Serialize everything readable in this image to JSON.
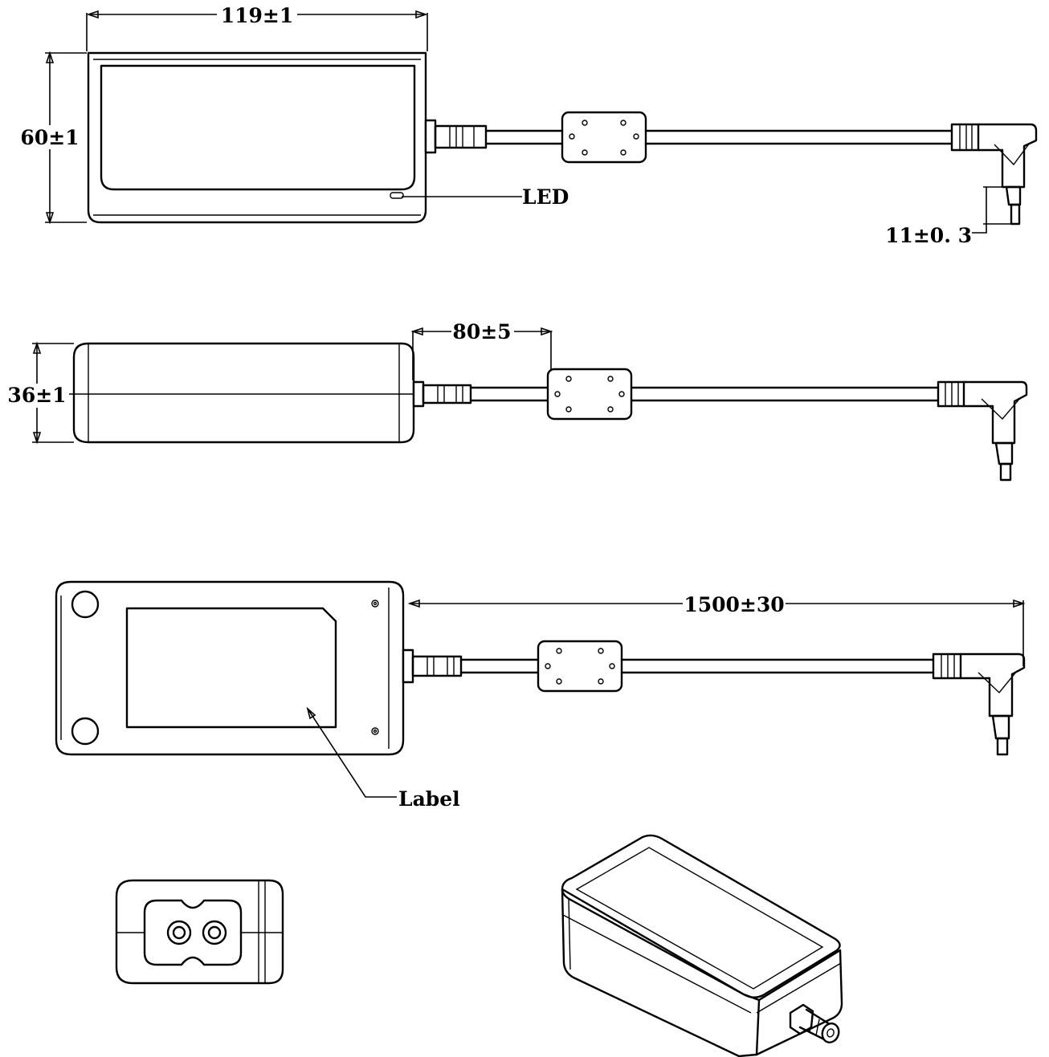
{
  "dimensions": {
    "width_top": "119±1",
    "height_top": "60±1",
    "plug_length": "11±0. 3",
    "thickness_side": "36±1",
    "ferrite_offset": "80±5",
    "cable_length": "1500±30"
  },
  "callouts": {
    "led": "LED",
    "label": "Label"
  }
}
